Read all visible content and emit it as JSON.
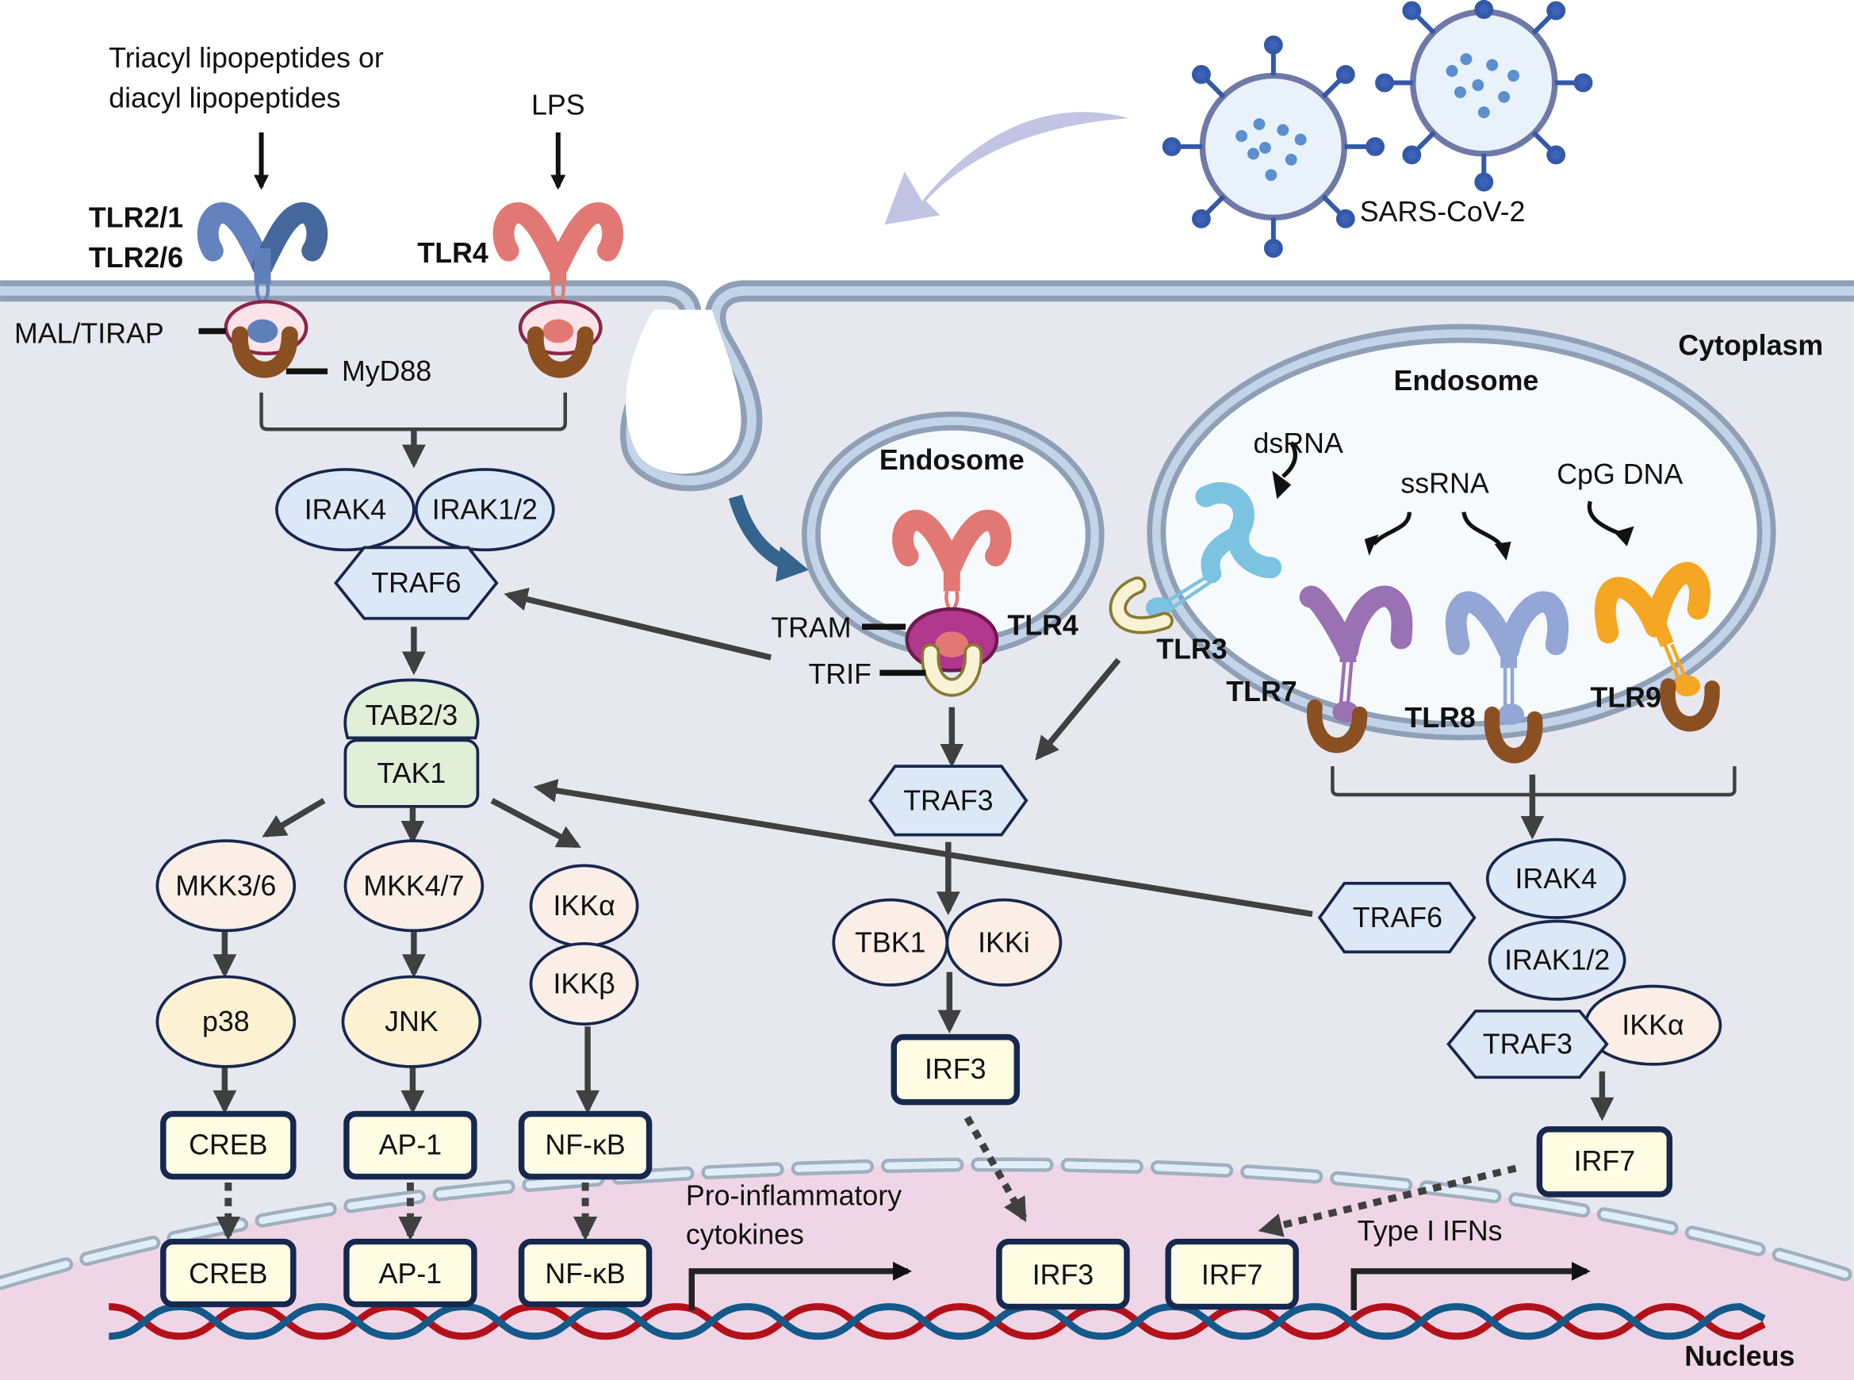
{
  "figure": {
    "ligands": {
      "lipopeptides_line1": "Triacyl lipopeptides or",
      "lipopeptides_line2": "diacyl lipopeptides",
      "lps": "LPS",
      "dsrna": "dsRNA",
      "ssrna": "ssRNA",
      "cpg_dna": "CpG DNA"
    },
    "virus_label": "SARS-CoV-2",
    "compartments": {
      "cytoplasm": "Cytoplasm",
      "endosome_small": "Endosome",
      "endosome_large": "Endosome",
      "nucleus": "Nucleus"
    },
    "receptors": {
      "tlr2_1": "TLR2/1",
      "tlr2_6": "TLR2/6",
      "tlr4_surface": "TLR4",
      "tlr4_endosome": "TLR4",
      "tlr3": "TLR3",
      "tlr7": "TLR7",
      "tlr8": "TLR8",
      "tlr9": "TLR9"
    },
    "adaptors": {
      "mal_tirap": "MAL/TIRAP",
      "myd88": "MyD88",
      "tram": "TRAM",
      "trif": "TRIF"
    },
    "myd88_pathway": {
      "irak4": "IRAK4",
      "irak1_2": "IRAK1/2",
      "traf6": "TRAF6",
      "tab2_3": "TAB2/3",
      "tak1": "TAK1",
      "mkk3_6": "MKK3/6",
      "mkk4_7": "MKK4/7",
      "ikk_alpha": "IKKα",
      "ikk_beta": "IKKβ",
      "p38": "p38",
      "jnk": "JNK",
      "creb": "CREB",
      "ap1": "AP-1",
      "nfkb": "NF-κB"
    },
    "trif_pathway": {
      "traf3": "TRAF3",
      "tbk1": "TBK1",
      "ikki": "IKKi",
      "irf3": "IRF3"
    },
    "endosomal_pathway": {
      "traf6": "TRAF6",
      "irak4": "IRAK4",
      "irak1_2": "IRAK1/2",
      "traf3": "TRAF3",
      "ikk_alpha": "IKKα",
      "irf7": "IRF7"
    },
    "nuclear": {
      "creb": "CREB",
      "ap1": "AP-1",
      "nfkb": "NF-κB",
      "irf3": "IRF3",
      "irf7": "IRF7",
      "proinflammatory_line1": "Pro-inflammatory",
      "proinflammatory_line2": "cytokines",
      "type1_ifns": "Type I IFNs"
    },
    "colors": {
      "cytoplasm": "#e7e8ef",
      "nucleus": "#efd6e6",
      "membrane_outer": "#8fa0b6",
      "membrane_inner": "#c3d3e8",
      "tlr2": "#5f7fbb",
      "tlr4": "#e27874",
      "tlr3": "#7cc3e2",
      "tlr7": "#9a71b3",
      "tlr8": "#93a6d6",
      "tlr9": "#f5a623",
      "myd88": "#8b5022",
      "trif": "#f8f3d4",
      "tram": "#b1378d",
      "mal_tirap": "#fbe3ea",
      "node_blue": "#dde8f6",
      "node_green": "#e1efd9",
      "node_peach": "#fbeee6",
      "node_yellow": "#fdf1d3",
      "tf_box": "#fefde3",
      "outline": "#17284f",
      "arrow": "#404040",
      "dna_red": "#b3111a",
      "dna_blue": "#135989",
      "virus_arrow": "#c3c3e4",
      "endocytosis_arrow": "#35648e"
    }
  }
}
